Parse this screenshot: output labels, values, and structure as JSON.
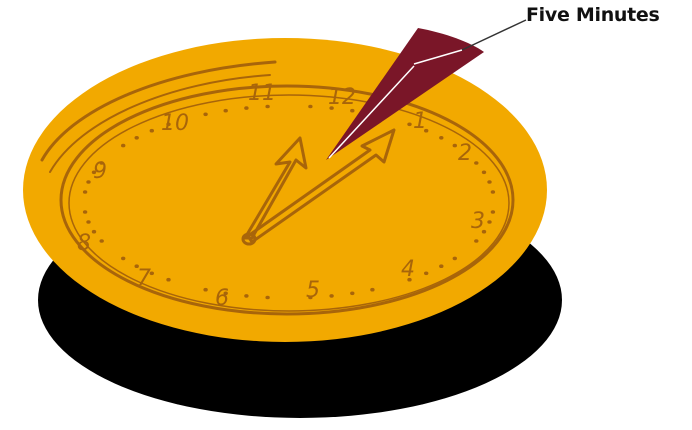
{
  "callout": {
    "label": "Five Minutes"
  },
  "clock": {
    "numerals": [
      "12",
      "1",
      "2",
      "3",
      "4",
      "5",
      "6",
      "7",
      "8",
      "9",
      "10",
      "11"
    ],
    "highlighted_interval_minutes": 5
  },
  "colors": {
    "face": "#F2A900",
    "ink": "#A8650A",
    "shadow": "#000000",
    "wedge": "#7A1628",
    "wedge_highlight": "#FFFFFF"
  },
  "icons": {
    "main": "pocket-watch-icon"
  }
}
